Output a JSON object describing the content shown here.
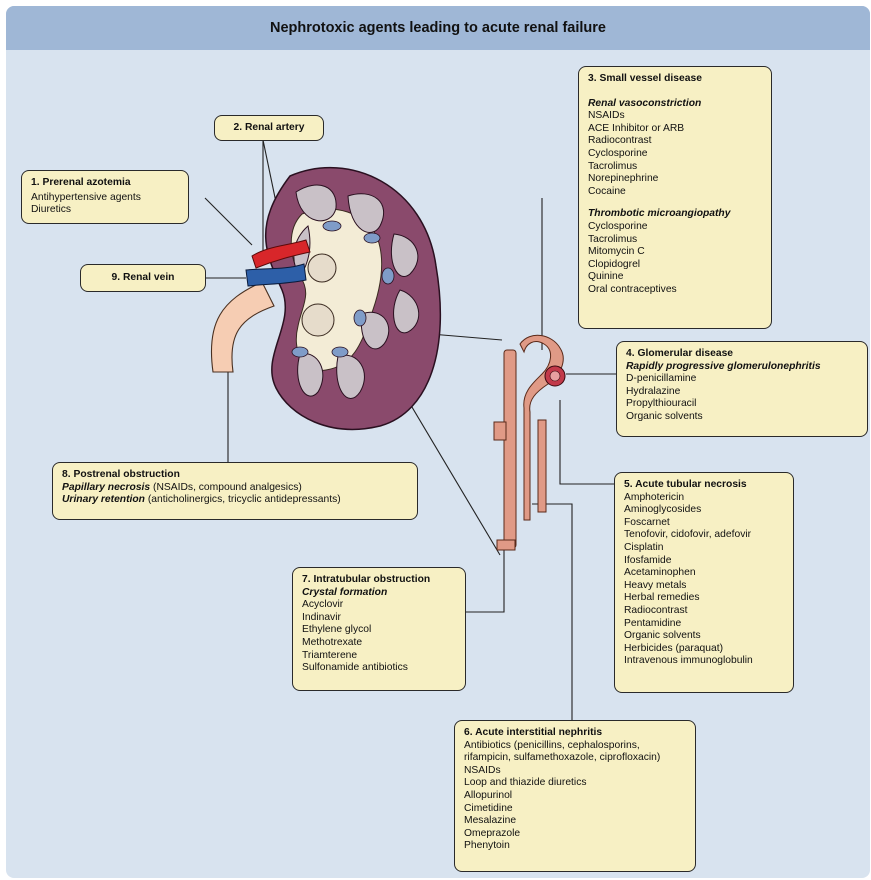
{
  "title": "Nephrotoxic agents leading to acute renal failure",
  "boxes": {
    "prerenal": {
      "title": "1. Prerenal azotemia",
      "items": [
        "Antihypertensive agents",
        "Diuretics"
      ]
    },
    "renal_artery": {
      "title": "2. Renal artery"
    },
    "small_vessel": {
      "title": "3. Small vessel disease",
      "sub1": "Renal vasoconstriction",
      "items1": [
        "NSAIDs",
        "ACE Inhibitor or ARB",
        "Radiocontrast",
        "Cyclosporine",
        "Tacrolimus",
        "Norepinephrine",
        "Cocaine"
      ],
      "sub2": "Thrombotic microangiopathy",
      "items2": [
        "Cyclosporine",
        "Tacrolimus",
        "Mitomycin C",
        "Clopidogrel",
        "Quinine",
        "Oral contraceptives"
      ]
    },
    "glomerular": {
      "title": "4. Glomerular disease",
      "sub": "Rapidly progressive glomerulonephritis",
      "items": [
        "D-penicillamine",
        "Hydralazine",
        "Propylthiouracil",
        "Organic solvents"
      ]
    },
    "atn": {
      "title": "5. Acute tubular necrosis",
      "items": [
        "Amphotericin",
        "Aminoglycosides",
        "Foscarnet",
        "Tenofovir, cidofovir, adefovir",
        "Cisplatin",
        "Ifosfamide",
        "Acetaminophen",
        "Heavy metals",
        "Herbal remedies",
        "Radiocontrast",
        "Pentamidine",
        "Organic solvents",
        "Herbicides (paraquat)",
        "Intravenous immunoglobulin"
      ]
    },
    "ain": {
      "title": "6. Acute interstitial nephritis",
      "items": [
        "Antibiotics (penicillins, cephalosporins,",
        "rifampicin, sulfamethoxazole, ciprofloxacin)",
        "NSAIDs",
        "Loop and thiazide diuretics",
        "Allopurinol",
        "Cimetidine",
        "Mesalazine",
        "Omeprazole",
        "Phenytoin"
      ]
    },
    "intratubular": {
      "title": "7. Intratubular obstruction",
      "sub": "Crystal formation",
      "items": [
        "Acyclovir",
        "Indinavir",
        "Ethylene glycol",
        "Methotrexate",
        "Triamterene",
        "Sulfonamide antibiotics"
      ]
    },
    "postrenal": {
      "title": "8. Postrenal obstruction",
      "line1_label": "Papillary necrosis",
      "line1_text": " (NSAIDs, compound analgesics)",
      "line2_label": "Urinary retention",
      "line2_text": " (anticholinergics, tricyclic antidepressants)"
    },
    "renal_vein": {
      "title": "9. Renal vein"
    }
  },
  "colors": {
    "panel_bg": "#d8e3ef",
    "header_bg": "#9fb7d6",
    "box_fill": "#f7f0c4",
    "cortex": "#8a4a6c",
    "medulla_pyramid": "#c9c1c7",
    "pelvis": "#f3ecd6",
    "artery": "#d8262a",
    "vein": "#2d5fa8",
    "nephron": "#e09a86",
    "ureter": "#f6cdb3"
  }
}
